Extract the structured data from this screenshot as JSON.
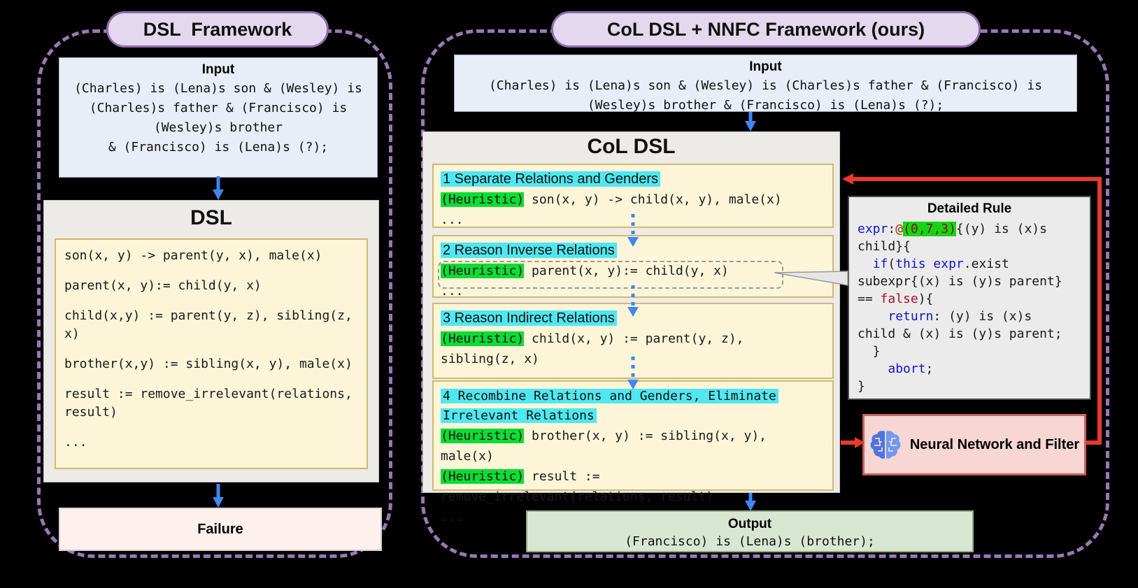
{
  "colors": {
    "background": "#000000",
    "panel_dash": "#9878b4",
    "pill_fill": "#e4d8ee",
    "pill_border": "#8f6cab",
    "input_fill": "#e9edf8",
    "gray_fill": "#edebe7",
    "code_fill": "#fcf5d8",
    "code_border": "#d2b96d",
    "cyan_highlight": "#4fe8f1",
    "green_highlight": "#0ddc35",
    "rule_green_highlight": "#16d414",
    "blue_arrow": "#4286f5",
    "red_arrow": "#e8392b",
    "failure_fill": "#fdf0ed",
    "output_fill": "#d9e7d2",
    "nn_fill": "#f7d6d3",
    "nn_border": "#c9615c",
    "keyword_blue": "#1414cc",
    "keyword_red": "#aa1122",
    "brain_blue": "#4b75e3"
  },
  "icons": {
    "nn": "brain-icon"
  },
  "left_panel": {
    "title": "DSL  Framework",
    "input": {
      "title": "Input",
      "lines": [
        "(Charles) is (Lena)s son & (Wesley) is",
        "(Charles)s father & (Francisco) is",
        "(Wesley)s brother",
        "& (Francisco) is (Lena)s (?);"
      ]
    },
    "dsl": {
      "title": "DSL",
      "code_lines": [
        "son(x, y) -> parent(y, x), male(x)",
        "",
        "parent(x, y):= child(y, x)",
        "",
        "child(x,y) := parent(y, z), sibling(z,",
        "x)",
        "",
        "brother(x,y) := sibling(x, y), male(x)",
        "",
        "result := remove_irrelevant(relations,",
        "result)",
        "",
        "..."
      ]
    },
    "failure_label": "Failure"
  },
  "right_panel": {
    "title": "CoL DSL + NNFC Framework (ours)",
    "input": {
      "title": "Input",
      "lines": [
        "(Charles) is (Lena)s son & (Wesley) is (Charles)s father & (Francisco) is",
        "(Wesley)s brother & (Francisco) is (Lena)s (?);"
      ]
    },
    "col_dsl": {
      "title": "CoL DSL",
      "steps": [
        {
          "mono_title": false,
          "title_lines": [
            "1 Separate Relations and Genders"
          ],
          "lines": [
            [
              {
                "c": "h",
                "t": "(Heuristic)"
              },
              {
                "c": "p",
                "t": " son(x, y) -> child(x, y), male(x)"
              }
            ],
            [
              {
                "c": "p",
                "t": "..."
              }
            ]
          ]
        },
        {
          "mono_title": false,
          "title_lines": [
            "2 Reason Inverse Relations"
          ],
          "lines": [
            [
              {
                "c": "h",
                "t": "(Heuristic)"
              },
              {
                "c": "p",
                "t": " parent(x, y):= child(y, x)"
              }
            ],
            [
              {
                "c": "p",
                "t": "..."
              }
            ]
          ]
        },
        {
          "mono_title": false,
          "title_lines": [
            "3 Reason Indirect Relations"
          ],
          "lines": [
            [
              {
                "c": "h",
                "t": "(Heuristic)"
              },
              {
                "c": "p",
                "t": " child(x, y) := parent(y, z),"
              }
            ],
            [
              {
                "c": "p",
                "t": "sibling(z, x)"
              }
            ],
            [
              {
                "c": "p",
                "t": "..."
              }
            ]
          ]
        },
        {
          "mono_title": true,
          "title_lines": [
            "4 Recombine Relations and Genders, Eliminate",
            "Irrelevant Relations"
          ],
          "lines": [
            [
              {
                "c": "h",
                "t": "(Heuristic)"
              },
              {
                "c": "p",
                "t": " brother(x, y) := sibling(x, y),"
              }
            ],
            [
              {
                "c": "p",
                "t": "male(x)"
              }
            ],
            [
              {
                "c": "h",
                "t": "(Heuristic)"
              },
              {
                "c": "p",
                "t": " result :="
              }
            ],
            [
              {
                "c": "p",
                "t": "remove_irrelevant(relations, result)"
              }
            ],
            [
              {
                "c": "p",
                "t": "..."
              }
            ]
          ]
        }
      ]
    },
    "detailed_rule": {
      "title": "Detailed Rule",
      "lines": [
        [
          {
            "c": "k",
            "t": "expr"
          },
          {
            "c": "p",
            "t": ":"
          },
          {
            "c": "r",
            "t": "@"
          },
          {
            "c": "g",
            "t": "(0,7,3)"
          },
          {
            "c": "p",
            "t": "{(y) is (x)s"
          }
        ],
        [
          {
            "c": "p",
            "t": "child}{"
          }
        ],
        [
          {
            "c": "p",
            "t": "  "
          },
          {
            "c": "k",
            "t": "if"
          },
          {
            "c": "p",
            "t": "("
          },
          {
            "c": "k",
            "t": "this"
          },
          {
            "c": "p",
            "t": " "
          },
          {
            "c": "k",
            "t": "expr"
          },
          {
            "c": "p",
            "t": ".exist"
          }
        ],
        [
          {
            "c": "p",
            "t": "subexpr{(x) is (y)s parent}"
          }
        ],
        [
          {
            "c": "p",
            "t": "== "
          },
          {
            "c": "r2",
            "t": "false"
          },
          {
            "c": "p",
            "t": "){"
          }
        ],
        [
          {
            "c": "p",
            "t": "    "
          },
          {
            "c": "k",
            "t": "return"
          },
          {
            "c": "p",
            "t": ": (y) is (x)s"
          }
        ],
        [
          {
            "c": "p",
            "t": "child & (x) is (y)s parent;"
          }
        ],
        [
          {
            "c": "p",
            "t": "  }"
          }
        ],
        [
          {
            "c": "p",
            "t": "    "
          },
          {
            "c": "k",
            "t": "abort"
          },
          {
            "c": "p",
            "t": ";"
          }
        ],
        [
          {
            "c": "p",
            "t": "}"
          }
        ]
      ]
    },
    "nn_box": {
      "label": "Neural Network and Filter"
    },
    "output": {
      "title": "Output",
      "line": "(Francisco) is (Lena)s (brother);"
    }
  }
}
